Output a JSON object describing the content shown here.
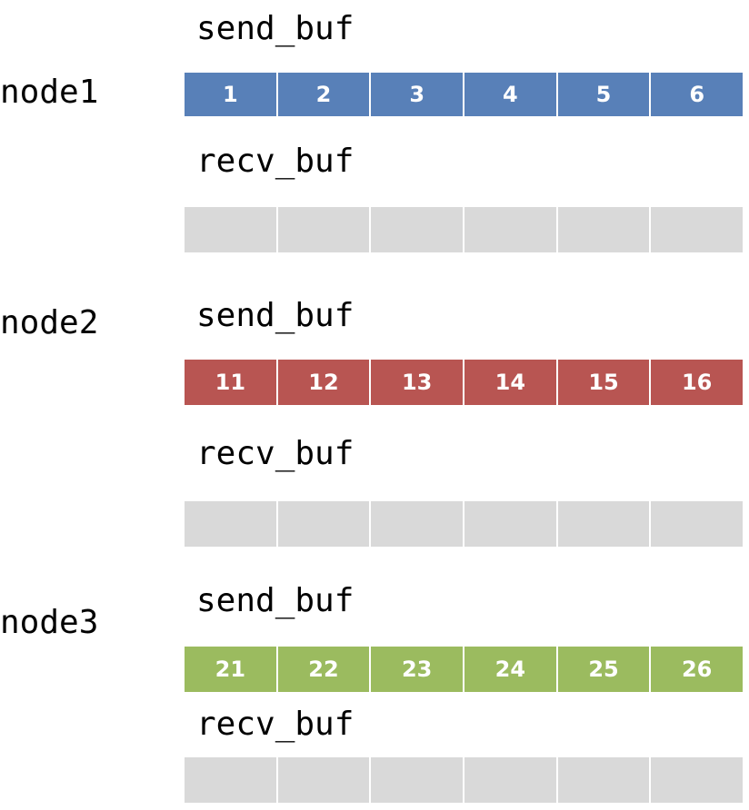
{
  "colors": {
    "node1_send": "#5880b8",
    "node2_send": "#b85552",
    "node3_send": "#9bbb5f",
    "recv_empty": "#d9d9d9"
  },
  "nodes": [
    {
      "label": "node1",
      "send_label": "send_buf",
      "recv_label": "recv_buf",
      "send_values": [
        "1",
        "2",
        "3",
        "4",
        "5",
        "6"
      ],
      "recv_values": [
        "",
        "",
        "",
        "",
        "",
        ""
      ]
    },
    {
      "label": "node2",
      "send_label": "send_buf",
      "recv_label": "recv_buf",
      "send_values": [
        "11",
        "12",
        "13",
        "14",
        "15",
        "16"
      ],
      "recv_values": [
        "",
        "",
        "",
        "",
        "",
        ""
      ]
    },
    {
      "label": "node3",
      "send_label": "send_buf",
      "recv_label": "recv_buf",
      "send_values": [
        "21",
        "22",
        "23",
        "24",
        "25",
        "26"
      ],
      "recv_values": [
        "",
        "",
        "",
        "",
        "",
        ""
      ]
    }
  ]
}
